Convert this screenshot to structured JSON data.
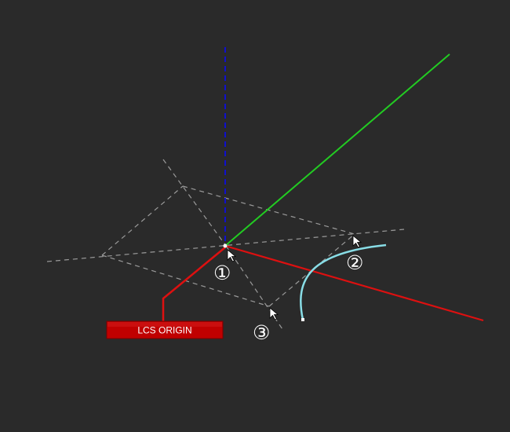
{
  "viewport": {
    "background": "#2a2a2a"
  },
  "axes": {
    "x_color": "#dd1010",
    "y_color": "#22cc22",
    "z_color": "#1010cc"
  },
  "construction_lines_color": "#9a9a9a",
  "curve_color": "#88dde6",
  "origin_label": {
    "text": "LCS ORIGIN",
    "color": "#c00000",
    "leader_color": "#dd1010"
  },
  "steps": [
    {
      "label": "①",
      "cursor_icon": "cursor-arrow-icon"
    },
    {
      "label": "②",
      "cursor_icon": "cursor-arrow-icon"
    },
    {
      "label": "③",
      "cursor_icon": "cursor-arrow-icon"
    }
  ]
}
